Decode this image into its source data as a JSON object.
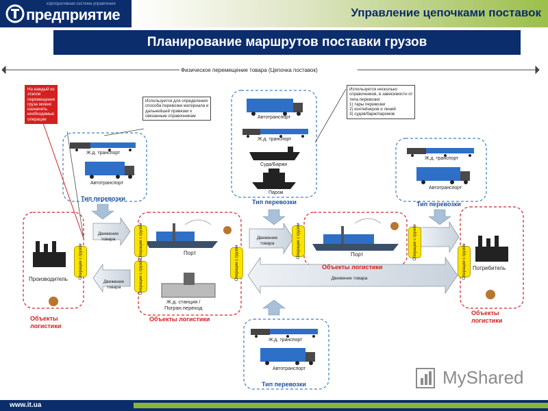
{
  "header": {
    "logo_text": "предприятие",
    "logo_subtitle": "корпоративная система управления",
    "section_title": "Управление цепочками поставок"
  },
  "slide": {
    "title": "Планирование маршрутов поставки грузов"
  },
  "diagram": {
    "chain_label": "Физическое перемещение товара (Цепочка поставок)",
    "note_ops": "На каждый из\nэтапов\nперемещения\nгруза можно\nназначить\nнеобходимые\nоперации",
    "note_purpose": "Используется для определения\nспособа перевозки материала и\nдальнейшей привязки к\nсвязанным справочникам",
    "note_refs": "Используется несколько\nсправочников, в зависимости от\nтипа перевозки:\n1) тары перевозки\n2) контейнеров и линий\n3) судов/барж/паромов",
    "rail": "Ж.д. транспорт",
    "truck": "Автотранспорт",
    "ship": "Суда/Баржи",
    "ferry": "Паром",
    "transport_type": "Тип перевозки",
    "goods_flow": "Движение\nтовара",
    "goods_flow_long": "Движение товара",
    "ops_label": "Операции с грузом",
    "producer": "Производитель",
    "consumer": "Потребитель",
    "port": "Порт",
    "station": "Ж.д. станция /\nПогран.переход",
    "logistics_objects": "Объекты\nлогистики",
    "logistics_objects_inline": "Объекты логистики"
  },
  "footer": {
    "url": "www.it.ua",
    "watermark": "MyShared"
  },
  "colors": {
    "navy": "#0b2d6b",
    "green": "#8ab53a",
    "red": "#d42020",
    "blue_dash": "#3d7fc1",
    "yellow": "#ffe300"
  }
}
